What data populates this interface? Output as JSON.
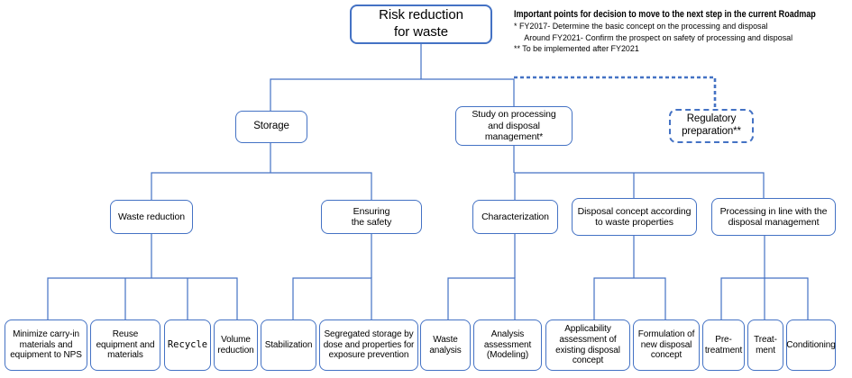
{
  "colors": {
    "box_border": "#4472C4",
    "connector": "#4472C4",
    "dashed_connector": "#4472C4",
    "text": "#000000",
    "background": "#ffffff"
  },
  "annotation": {
    "heading": "Important points for decision to move to the next step in the current Roadmap",
    "note1": "*  FY2017- Determine the basic concept on the processing and disposal",
    "note2": "Around FY2021-  Confirm the prospect on safety of processing and  disposal",
    "note3": "** To be implemented after FY2021"
  },
  "tree": {
    "label": "Risk reduction\nfor waste",
    "children": [
      {
        "label": "Storage",
        "children": [
          {
            "label": "Waste reduction",
            "children": [
              {
                "label": "Minimize carry-in\nmaterials and\nequipment to NPS"
              },
              {
                "label": "Reuse\nequipment and\nmaterials"
              },
              {
                "label": "Recycle"
              },
              {
                "label": "Volume\nreduction"
              }
            ]
          },
          {
            "label": "Ensuring\nthe safety",
            "children": [
              {
                "label": "Stabilization"
              },
              {
                "label": "Segregated storage by\ndose and properties for\nexposure prevention"
              }
            ]
          }
        ]
      },
      {
        "label": "Study on processing\nand disposal\nmanagement*",
        "children": [
          {
            "label": "Characterization",
            "children": [
              {
                "label": "Waste\nanalysis"
              },
              {
                "label": "Analysis\nassessment\n(Modeling)"
              }
            ]
          },
          {
            "label": "Disposal concept according\nto waste properties",
            "children": [
              {
                "label": "Applicability\nassessment of\nexisting disposal\nconcept"
              },
              {
                "label": "Formulation of\nnew disposal\nconcept"
              }
            ]
          },
          {
            "label": "Processing in line with the\ndisposal management",
            "children": [
              {
                "label": "Pre-\ntreatment"
              },
              {
                "label": "Treat-\nment"
              },
              {
                "label": "Conditioning"
              }
            ]
          }
        ]
      },
      {
        "label": "Regulatory\npreparation**",
        "style": "dashed"
      }
    ]
  }
}
